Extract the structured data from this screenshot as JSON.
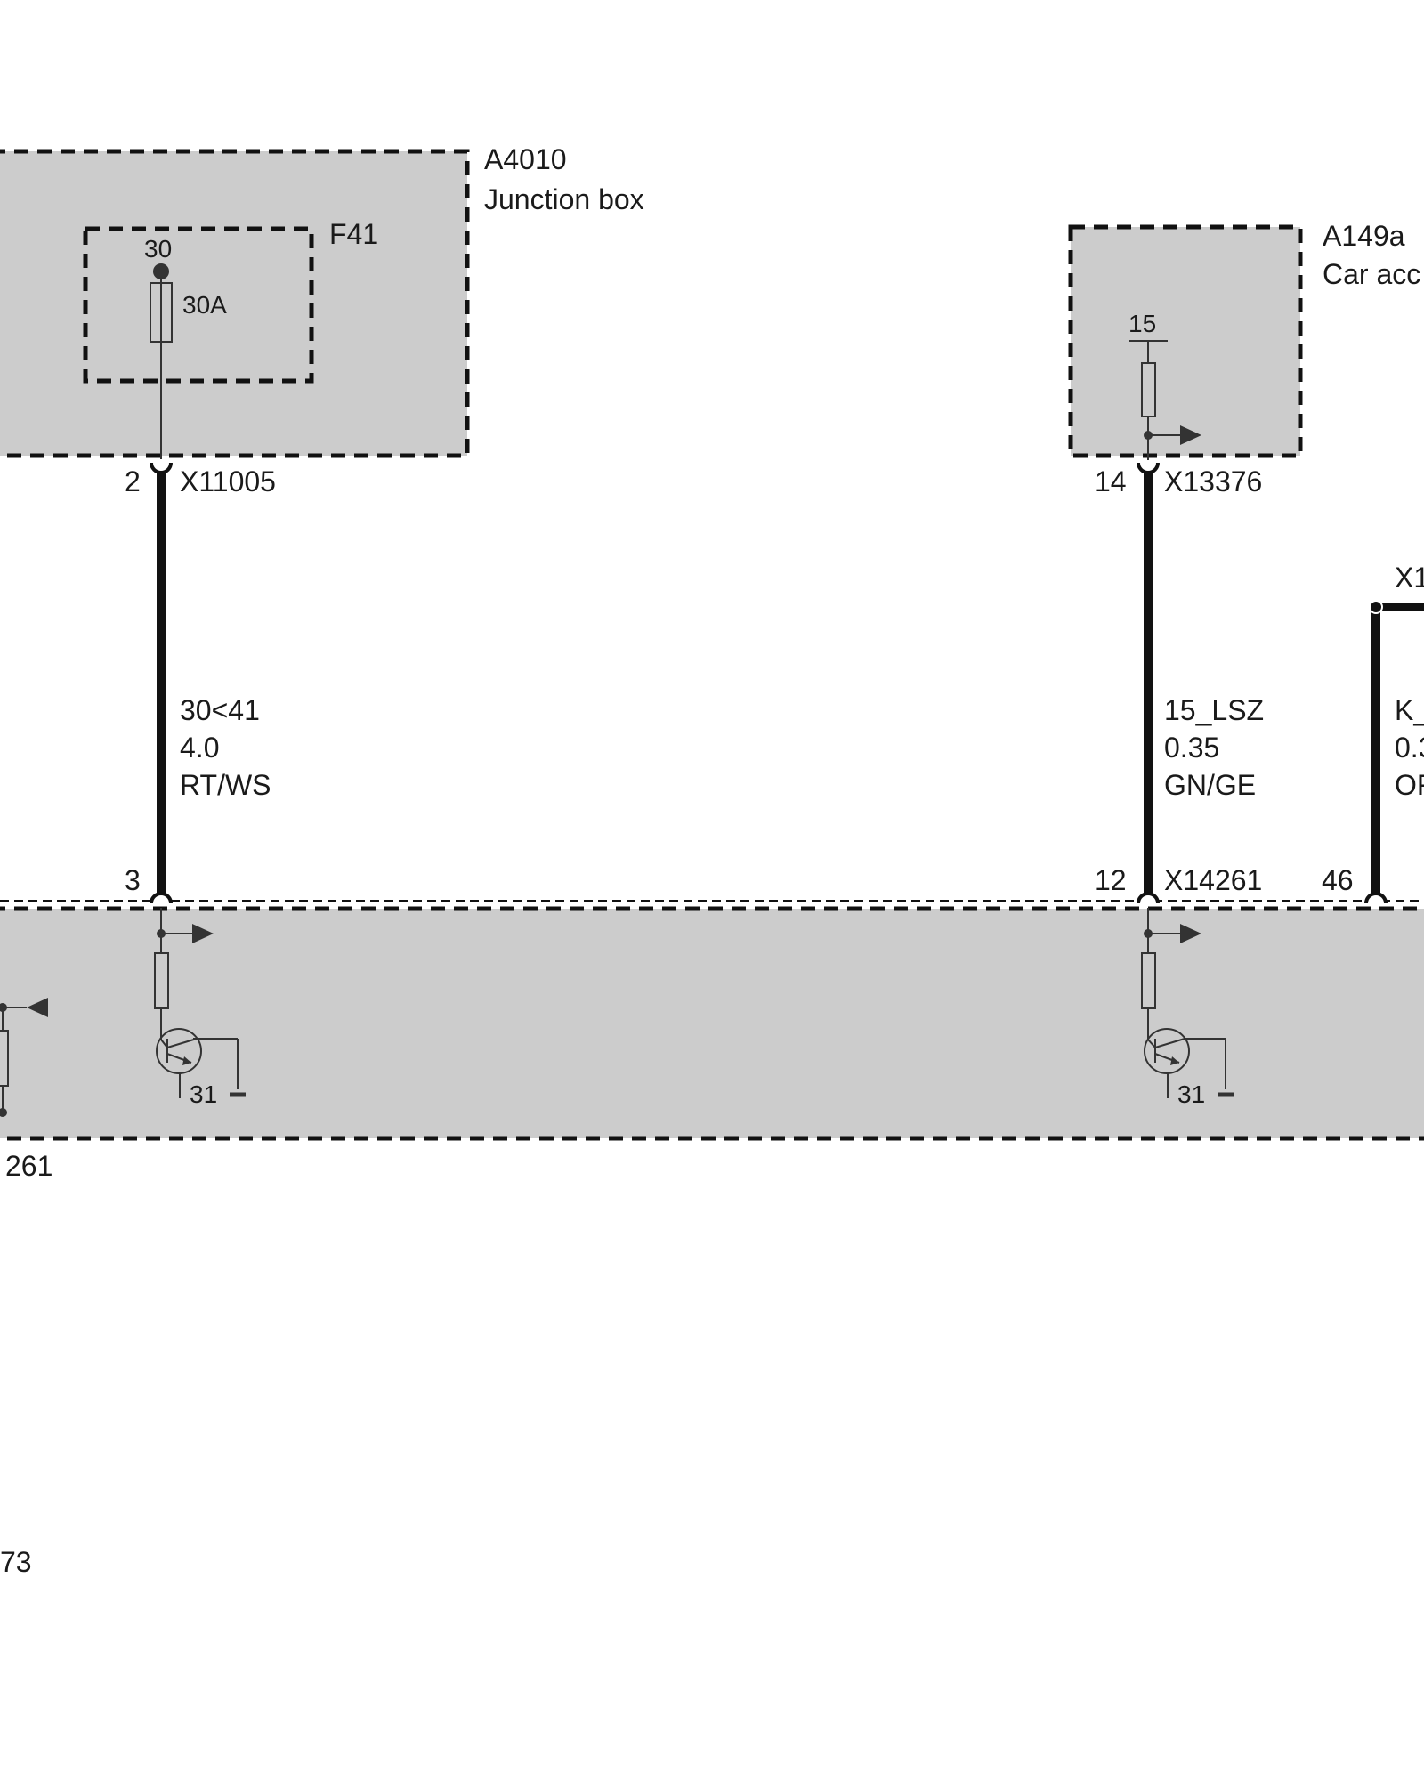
{
  "junction_box": {
    "id": "A4010",
    "name": "Junction box"
  },
  "fuse": {
    "id": "F41",
    "terminal": "30",
    "rating": "30A"
  },
  "car_access": {
    "id": "A149a",
    "name": "Car acc",
    "terminal": "15"
  },
  "connectors": {
    "x11005": {
      "id": "X11005",
      "pin": "2"
    },
    "x13376": {
      "id": "X13376",
      "pin": "14"
    },
    "x14261_a": {
      "pin": "3"
    },
    "x14261_b": {
      "id": "X14261",
      "pin": "12"
    },
    "x14261_c": {
      "pin": "46"
    },
    "right_partial": "X1"
  },
  "wires": {
    "w1": {
      "signal": "30<41",
      "size": "4.0",
      "color": "RT/WS"
    },
    "w2": {
      "signal": "15_LSZ",
      "size": "0.35",
      "color": "GN/GE"
    },
    "w3": {
      "signal": "K_",
      "size": "0.3",
      "color": "OF"
    }
  },
  "module": {
    "gnd_label_1": "31",
    "gnd_label_2": "31",
    "partial_id": "261",
    "partial_bottom": "73"
  },
  "colors": {
    "box_fill": "#cccccc",
    "line": "#111111"
  }
}
